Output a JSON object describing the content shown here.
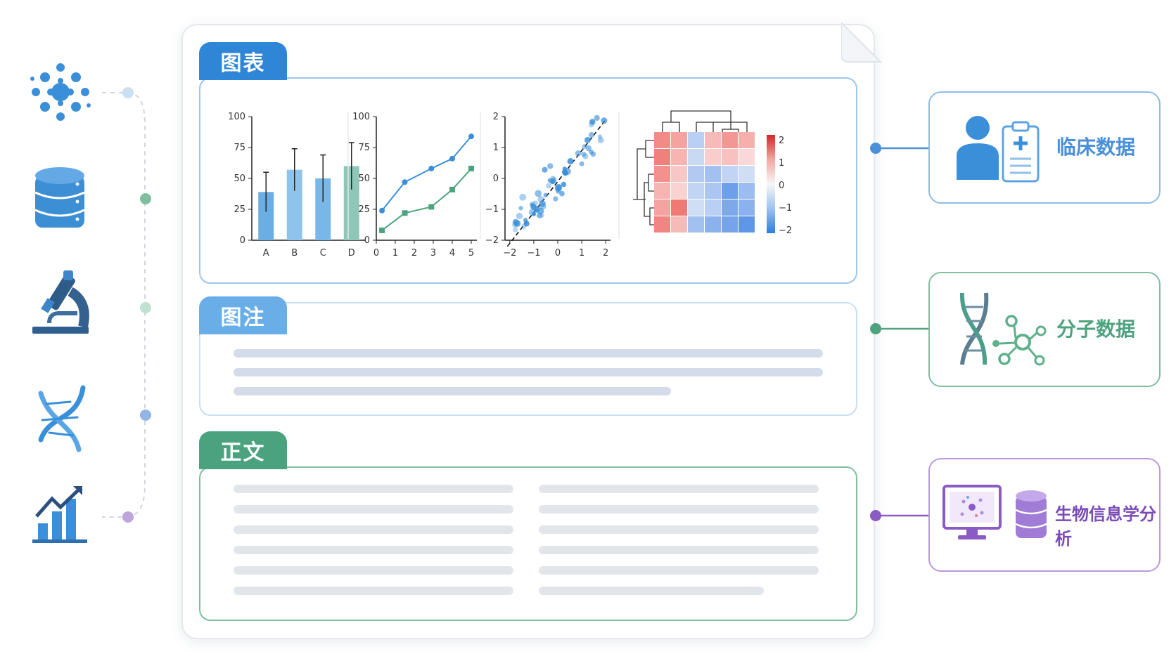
{
  "sections": {
    "charts": {
      "label": "图表",
      "color": "#2f86d6"
    },
    "legend": {
      "label": "图注",
      "color": "#6aaee8"
    },
    "body": {
      "label": "正文",
      "color": "#4aa37e"
    }
  },
  "cards": [
    {
      "label": "临床数据",
      "color": "#4a90d9",
      "icon": "clinician-clipboard-icon"
    },
    {
      "label": "分子数据",
      "color": "#4ea37f",
      "icon": "dna-molecule-icon"
    },
    {
      "label": "生物信息学分析",
      "color": "#8a5bc4",
      "icon": "monitor-database-icon"
    }
  ],
  "left_icons": [
    "cell-network-icon",
    "database-icon",
    "microscope-icon",
    "dna-icon",
    "growth-chart-icon"
  ],
  "chart_data": [
    {
      "type": "bar",
      "categories": [
        "A",
        "B",
        "C",
        "D"
      ],
      "values": [
        39,
        57,
        50,
        60
      ],
      "errors": [
        16,
        17,
        19,
        19
      ],
      "ylim": [
        0,
        100
      ],
      "yticks": [
        "0",
        "25",
        "50",
        "75",
        "100"
      ]
    },
    {
      "type": "line",
      "x": [
        0.3,
        1.5,
        2.9,
        4,
        5
      ],
      "series": [
        {
          "values": [
            24,
            47,
            58,
            66,
            84
          ],
          "color": "#3a8fd8"
        },
        {
          "values": [
            8,
            22,
            27,
            41,
            58
          ],
          "color": "#4ea37f"
        }
      ],
      "xticks": [
        "0",
        "1",
        "2",
        "3",
        "4",
        "5"
      ],
      "yticks": [
        "0",
        "25",
        "50",
        "75",
        "100"
      ],
      "ylim": [
        0,
        100
      ]
    },
    {
      "type": "scatter",
      "xticks": [
        "−2",
        "−1",
        "0",
        "1",
        "2"
      ],
      "yticks": [
        "−2",
        "−1",
        "0",
        "1",
        "2"
      ],
      "xlim": [
        -2.2,
        2.2
      ],
      "ylim": [
        -2,
        2
      ]
    },
    {
      "type": "heatmap",
      "rows": 6,
      "cols": 6,
      "values": [
        [
          1.6,
          1.2,
          -0.6,
          0.8,
          1.4,
          1.0
        ],
        [
          1.8,
          0.9,
          -0.4,
          0.5,
          0.7,
          0.3
        ],
        [
          1.5,
          0.6,
          -0.7,
          -0.9,
          -0.5,
          -0.3
        ],
        [
          0.9,
          0.4,
          -0.5,
          -0.8,
          -1.6,
          -1.0
        ],
        [
          1.2,
          1.9,
          -0.3,
          -0.6,
          -1.4,
          -1.2
        ],
        [
          1.7,
          0.8,
          -0.9,
          -1.2,
          -1.5,
          -1.8
        ]
      ],
      "colorbar_ticks": [
        "2",
        "1",
        "0",
        "−1",
        "−2"
      ]
    }
  ]
}
